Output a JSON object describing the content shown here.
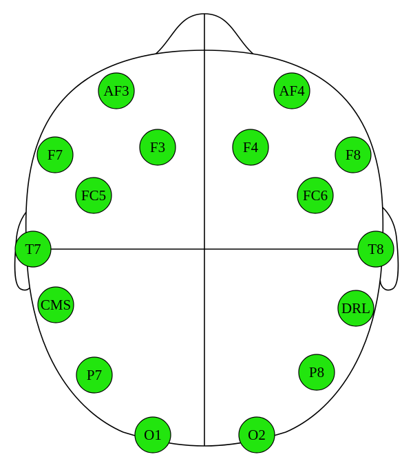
{
  "colors": {
    "electrode_fill": "#22e50e",
    "outline": "#000000",
    "background": "#ffffff"
  },
  "electrodes": [
    {
      "id": "af3",
      "label": "AF3"
    },
    {
      "id": "af4",
      "label": "AF4"
    },
    {
      "id": "f7",
      "label": "F7"
    },
    {
      "id": "f3",
      "label": "F3"
    },
    {
      "id": "f4",
      "label": "F4"
    },
    {
      "id": "f8",
      "label": "F8"
    },
    {
      "id": "fc5",
      "label": "FC5"
    },
    {
      "id": "fc6",
      "label": "FC6"
    },
    {
      "id": "t7",
      "label": "T7"
    },
    {
      "id": "t8",
      "label": "T8"
    },
    {
      "id": "cms",
      "label": "CMS"
    },
    {
      "id": "drl",
      "label": "DRL"
    },
    {
      "id": "p7",
      "label": "P7"
    },
    {
      "id": "p8",
      "label": "P8"
    },
    {
      "id": "o1",
      "label": "O1"
    },
    {
      "id": "o2",
      "label": "O2"
    }
  ]
}
